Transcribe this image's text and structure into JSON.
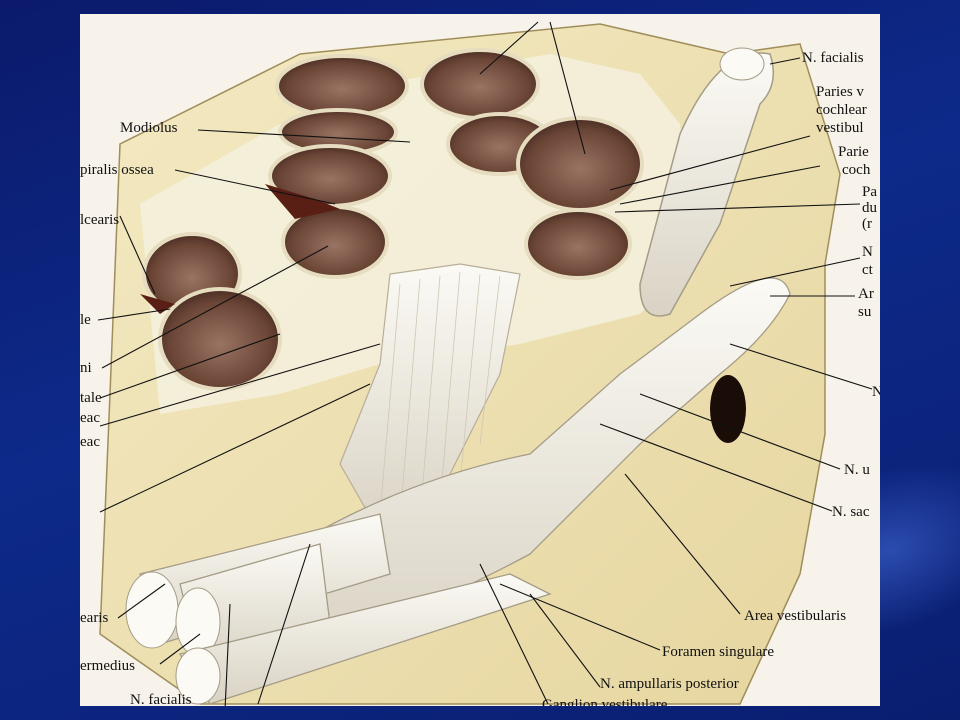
{
  "labels": {
    "modiolus": "Modiolus",
    "lamina_spiralis_ossea": "piralis ossea",
    "cochlearis_top": "lcearis",
    "left_le": "le",
    "left_ni": "ni",
    "left_tale": "tale",
    "left_eac1": "eac",
    "left_eac2": "eac",
    "n_facialis_top": "N. facialis",
    "paries_vestibularis_1": "Paries v",
    "paries_vestibularis_2": "cochlear",
    "paries_vestibularis_3": "vestibul",
    "paries_cochlearis_1": "Parie",
    "paries_cochlearis_2": "coch",
    "pa_1": "Pa",
    "pa_2": "du",
    "pa_3": "(r",
    "n_ct_1": "N",
    "n_ct_2": "ct",
    "ar_su_1": "Ar",
    "ar_su_2": "su",
    "right_n": "N",
    "n_utricularis": "N. u",
    "n_saccularis": "N. sac",
    "area_vestibularis": "Area vestibularis",
    "foramen_singulare": "Foramen singulare",
    "n_ampullaris_posterior": "N. ampullaris posterior",
    "ganglion_vestibulare": "Ganglion vestibulare",
    "n_facialis_bottom": "N. facialis",
    "intermedius": "ermedius",
    "cochlearis_bottom": "earis"
  },
  "colors": {
    "slide_background": "#0b1a6b",
    "bone": "#efe4b8",
    "canal_interior": "#6e4a3e",
    "nerve": "#eeeae0"
  }
}
